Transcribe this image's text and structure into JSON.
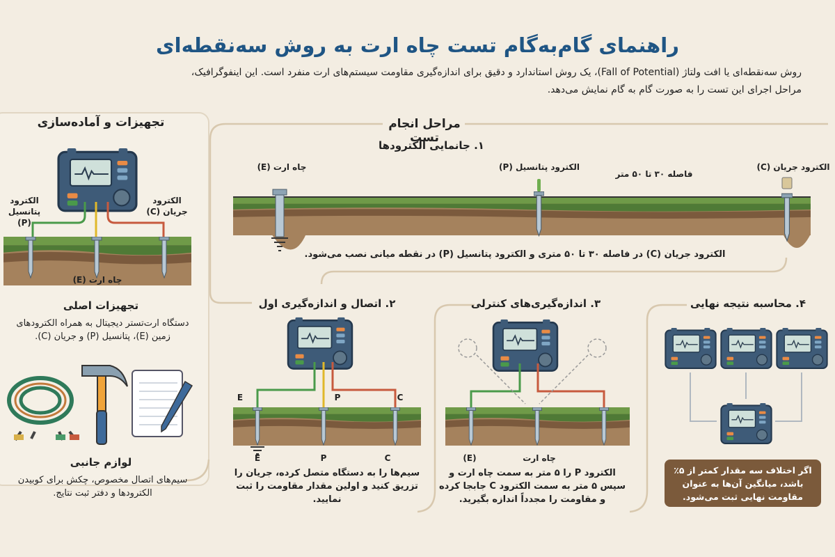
{
  "header": {
    "title": "راهنمای گام‌به‌گام تست چاه ارت به روش سه‌نقطه‌ای",
    "intro": "روش سه‌نقطه‌ای یا افت ولتاژ (Fall of Potential)، یک روش استاندارد و دقیق برای اندازه‌گیری مقاومت سیستم‌های ارت منفرد است. این اینفوگرافیک، مراحل اجرای این تست را به صورت گام به گام نمایش می‌دهد."
  },
  "equipment": {
    "heading": "تجهیزات و آماده‌سازی",
    "label_p": "الکترود پتانسیل (P)",
    "label_c": "الکترود جریان (C)",
    "label_e": "چاه ارت (E)",
    "main_title": "تجهیزات اصلی",
    "main_text": "دستگاه ارت‌تستر دیجیتال به همراه الکترودهای زمین (E)، پتانسیل (P) و جریان (C).",
    "acc_title": "لوازم جانبی",
    "acc_text": "سیم‌های اتصال مخصوص، چکش برای کوبیدن الکترودها و دفتر ثبت نتایج."
  },
  "steps": {
    "heading": "مراحل انجام تست",
    "step1": {
      "title": "۱. جانمایی الکترودها",
      "label_e": "چاه ارت (E)",
      "label_p": "الکترود پتانسیل (P)",
      "distance": "فاصله ۳۰ تا ۵۰ متر",
      "label_c": "الکترود جریان (C)",
      "caption": "الکترود جریان (C) در فاصله ۳۰ تا ۵۰ متری و الکترود پتانسیل (P) در نقطه میانی نصب می‌شود."
    },
    "step2": {
      "title": "۲. اتصال و اندازه‌گیری اول",
      "e": "E",
      "p": "P",
      "c": "C",
      "text": "سیم‌ها را به دستگاه متصل کرده، جریان را تزریق کنید و اولین مقدار مقاومت را ثبت نمایید."
    },
    "step3": {
      "title": "۳. اندازه‌گیری‌های کنترلی",
      "label_e": "(E)",
      "label_well": "چاه ارت",
      "text": "الکترود P را ۵ متر به سمت چاه ارت و سپس ۵ متر به سمت الکترود C جابجا کرده و مقاومت را مجدداً اندازه بگیرید."
    },
    "step4": {
      "title": "۴. محاسبه نتیجه نهایی",
      "note": "اگر اختلاف سه مقدار کمتر از ۵٪ باشد، میانگین آن‌ها به عنوان مقاومت نهایی ثبت می‌شود."
    }
  },
  "colors": {
    "background": "#f3ede2",
    "title": "#1f5584",
    "meter_body": "#3e5b78",
    "wire_green": "#4a9a4a",
    "wire_yellow": "#e0b82a",
    "wire_red": "#c75a3e",
    "grass": "#6f9a48",
    "soil": "#8a6a4a",
    "note_box": "#7b5a3b"
  }
}
